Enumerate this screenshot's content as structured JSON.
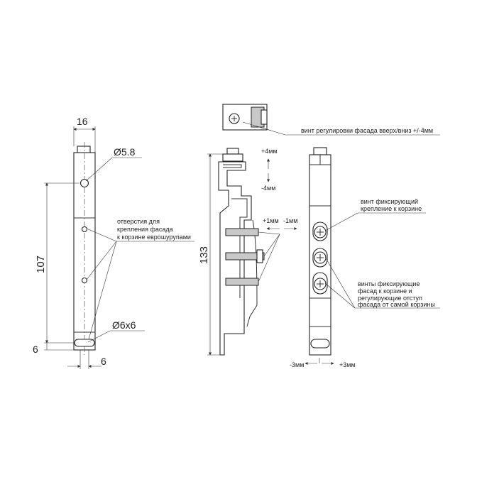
{
  "dimensions": {
    "width_top": "16",
    "hole_diameter": "Ø5.8",
    "height_107": "107",
    "slot_size": "Ø6x6",
    "offset_6_left": "6",
    "offset_6_bottom": "6",
    "height_133": "133"
  },
  "annotations": {
    "holes_line1": "отверстия для",
    "holes_line2": "крепления фасада",
    "holes_line3": "к корзине еврошурупами",
    "adjust_screw": "винт регулировки фасада вверх/вниз +/-4мм",
    "plus4": "+4мм",
    "minus4": "-4мм",
    "plus1": "+1мм",
    "minus1": "-1мм",
    "fix_screw_line1": "винт фиксирующий",
    "fix_screw_line2": "крепление к корзине",
    "screws_line1": "винты фиксирующие",
    "screws_line2": "фасад к корзине и",
    "screws_line3": "регулирующие отступ",
    "screws_line4": "фасада  от самой корзины",
    "minus3": "-3мм",
    "plus3": "+3мм"
  }
}
